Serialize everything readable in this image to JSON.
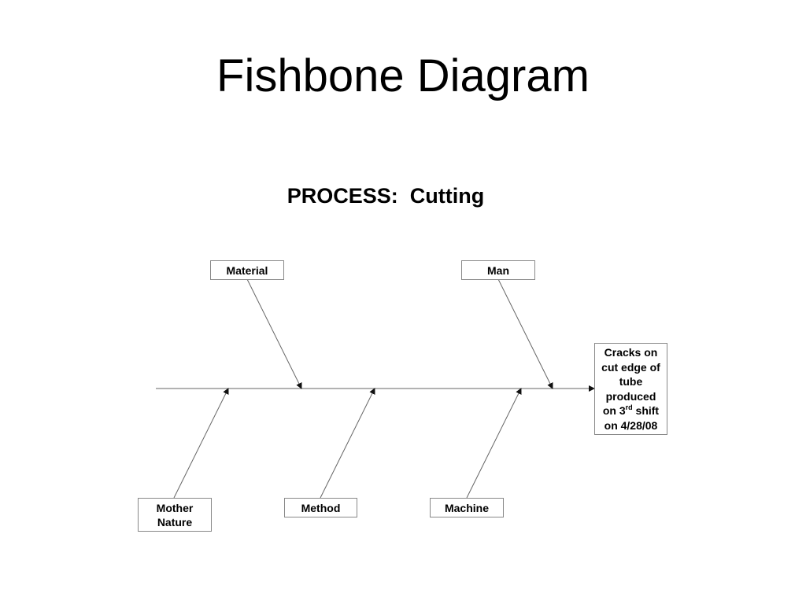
{
  "title": "Fishbone Diagram",
  "process_label": "PROCESS:  Cutting",
  "effect": {
    "line1": "Cracks on",
    "line2": "cut edge of",
    "line3": "tube",
    "line4": "produced",
    "line5_pre": "on 3",
    "line5_sup": "rd",
    "line5_post": " shift",
    "line6": "on 4/28/08"
  },
  "causes": {
    "material": "Material",
    "man": "Man",
    "mother_nature": "Mother Nature",
    "method": "Method",
    "machine": "Machine"
  },
  "colors": {
    "lines": "#666666",
    "box_border": "#888888",
    "text": "#000000"
  }
}
